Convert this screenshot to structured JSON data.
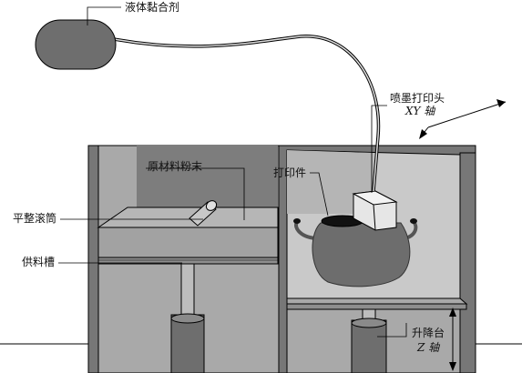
{
  "labels": {
    "binder": "液体黏合剂",
    "inkjet_head": "喷墨打印头",
    "xy_axis": "XY 轴",
    "printed_part": "打印件",
    "raw_powder": "原材料粉末",
    "leveling_roller": "平整滚筒",
    "supply_tank": "供料槽",
    "lift_platform": "升降台",
    "z_axis": "Z 轴"
  },
  "colors": {
    "dark": "#777777",
    "medium": "#a9a9a9",
    "light": "#c9c9c9",
    "powder": "#b6b6b6",
    "part": "#6d6d6d",
    "reservoir": "#6e6e6e"
  }
}
